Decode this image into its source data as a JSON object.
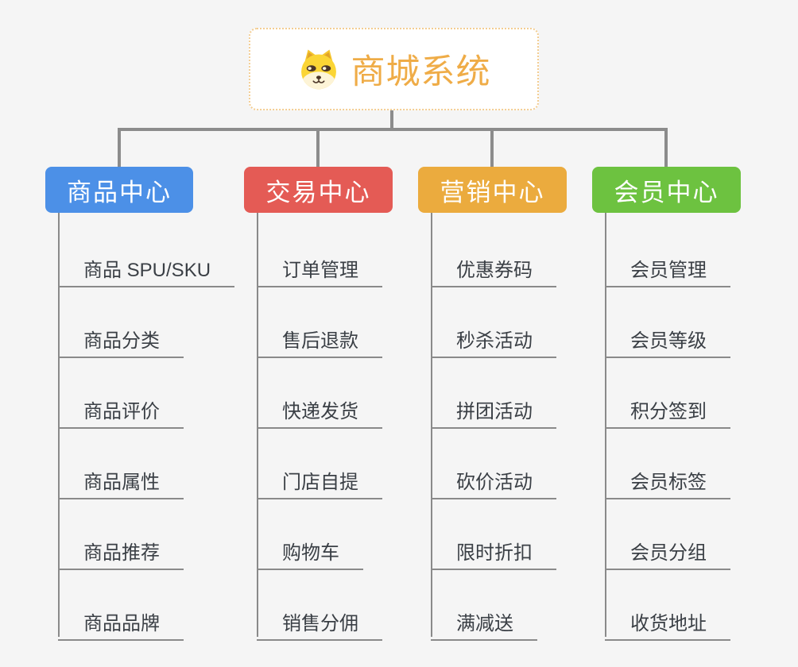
{
  "root": {
    "label": "商城系统",
    "icon": "dog-face-icon"
  },
  "branches": [
    {
      "label": "商品中心",
      "color": "#4c90e7",
      "items": [
        "商品 SPU/SKU",
        "商品分类",
        "商品评价",
        "商品属性",
        "商品推荐",
        "商品品牌"
      ]
    },
    {
      "label": "交易中心",
      "color": "#e45b55",
      "items": [
        "订单管理",
        "售后退款",
        "快递发货",
        "门店自提",
        "购物车",
        "销售分佣"
      ]
    },
    {
      "label": "营销中心",
      "color": "#ebab3e",
      "items": [
        "优惠券码",
        "秒杀活动",
        "拼团活动",
        "砍价活动",
        "限时折扣",
        "满减送"
      ]
    },
    {
      "label": "会员中心",
      "color": "#6dc240",
      "items": [
        "会员管理",
        "会员等级",
        "积分签到",
        "会员标签",
        "会员分组",
        "收货地址"
      ]
    }
  ],
  "colors": {
    "background": "#f5f5f5",
    "root_text": "#efac47",
    "root_border": "#f3cd92",
    "connector": "#8c8c8c",
    "item_line": "#8a8a8a",
    "item_text": "#3a3f45"
  }
}
